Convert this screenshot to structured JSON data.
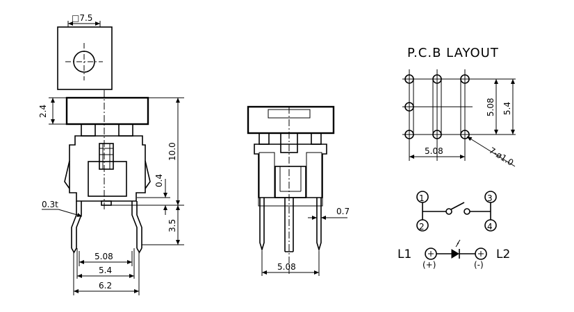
{
  "front_view": {
    "cap_size": "□7.5",
    "height_cap": "2.4",
    "height_total": "10.0",
    "gap": "0.4",
    "pin_length": "3.5",
    "pin_thickness": "0.3t",
    "pitch": "5.08",
    "outer_width": "5.4",
    "body_width": "6.2"
  },
  "side_view": {
    "pin_width": "0.7",
    "pitch": "5.08"
  },
  "pcb_layout": {
    "title": "P.C.B LAYOUT",
    "pitch_h": "5.08",
    "pitch_v": "5.08",
    "height": "5.4",
    "holes": "7-ø1.0"
  },
  "schematic": {
    "pin1": "1",
    "pin2": "2",
    "pin3": "3",
    "pin4": "4",
    "led_left": "L1",
    "led_right": "L2",
    "plus": "(+)",
    "minus": "(-)"
  }
}
